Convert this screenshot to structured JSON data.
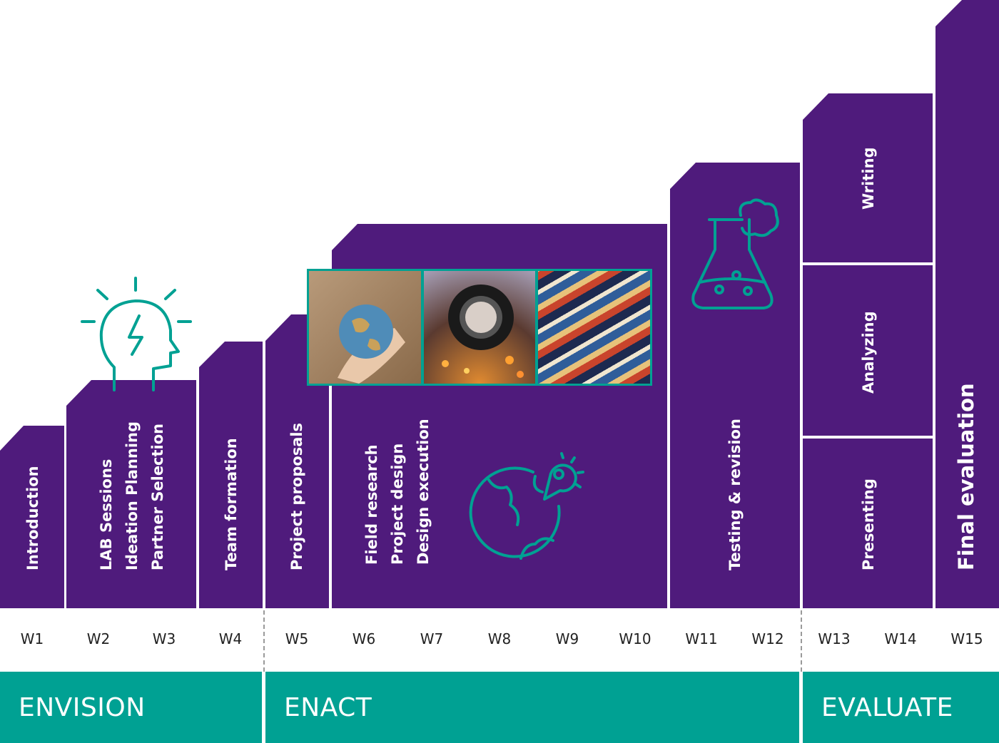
{
  "colors": {
    "purple": "#4f1b7c",
    "teal": "#00a193",
    "white": "#ffffff"
  },
  "blocks": [
    {
      "label": "Introduction"
    },
    {
      "label": "LAB Sessions\nIdeation Planning\nPartner Selection"
    },
    {
      "label": "Team formation"
    },
    {
      "label": "Project proposals"
    },
    {
      "label": "Field research\nProject design\nDesign execution"
    },
    {
      "label": "Testing & revision"
    },
    {
      "label": "Writing"
    },
    {
      "label": "Analyzing"
    },
    {
      "label": "Presenting"
    },
    {
      "label": "Final evaluation"
    }
  ],
  "weeks": [
    "W1",
    "W2",
    "W3",
    "W4",
    "W5",
    "W6",
    "W7",
    "W8",
    "W9",
    "W10",
    "W11",
    "W12",
    "W13",
    "W14",
    "W15"
  ],
  "phases": [
    {
      "label": "ENVISION"
    },
    {
      "label": "ENACT"
    },
    {
      "label": "EVALUATE"
    }
  ],
  "icons": [
    "head-lightning-icon",
    "globe-pin-icon",
    "flask-icon"
  ],
  "photos": [
    "globe-in-hand-photo",
    "camera-lens-photo",
    "collage-photo"
  ]
}
